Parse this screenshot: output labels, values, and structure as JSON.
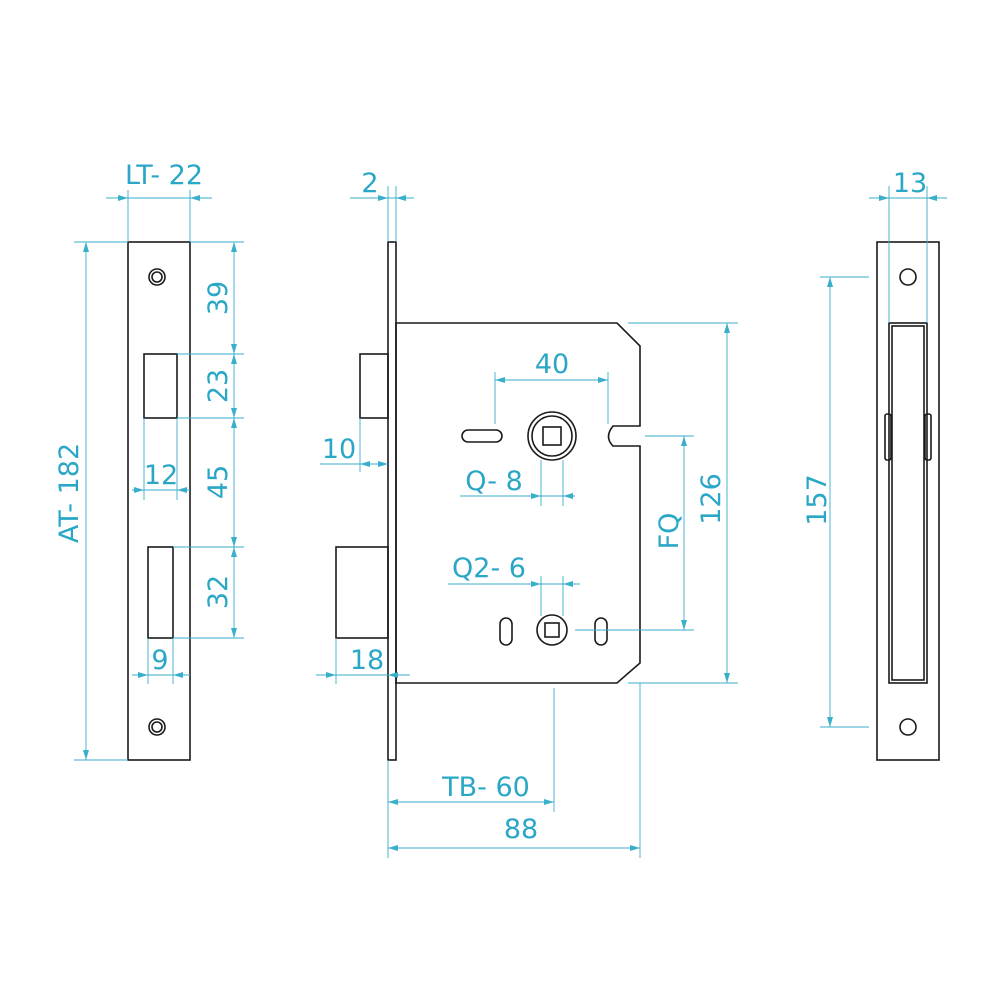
{
  "colors": {
    "outline": "#1a1a1a",
    "dimension": "#3aaecb",
    "text": "#2aa7c6",
    "background": "#ffffff"
  },
  "labels": {
    "lt": "LT- 22",
    "at": "AT- 182",
    "d39": "39",
    "d23": "23",
    "d45": "45",
    "d32": "32",
    "d12": "12",
    "d9": "9",
    "d2": "2",
    "d10": "10",
    "d18": "18",
    "d40": "40",
    "q": "Q- 8",
    "q2": "Q2- 6",
    "fq": "FQ",
    "d126": "126",
    "tb": "TB- 60",
    "d88": "88",
    "d13": "13",
    "d157": "157"
  }
}
